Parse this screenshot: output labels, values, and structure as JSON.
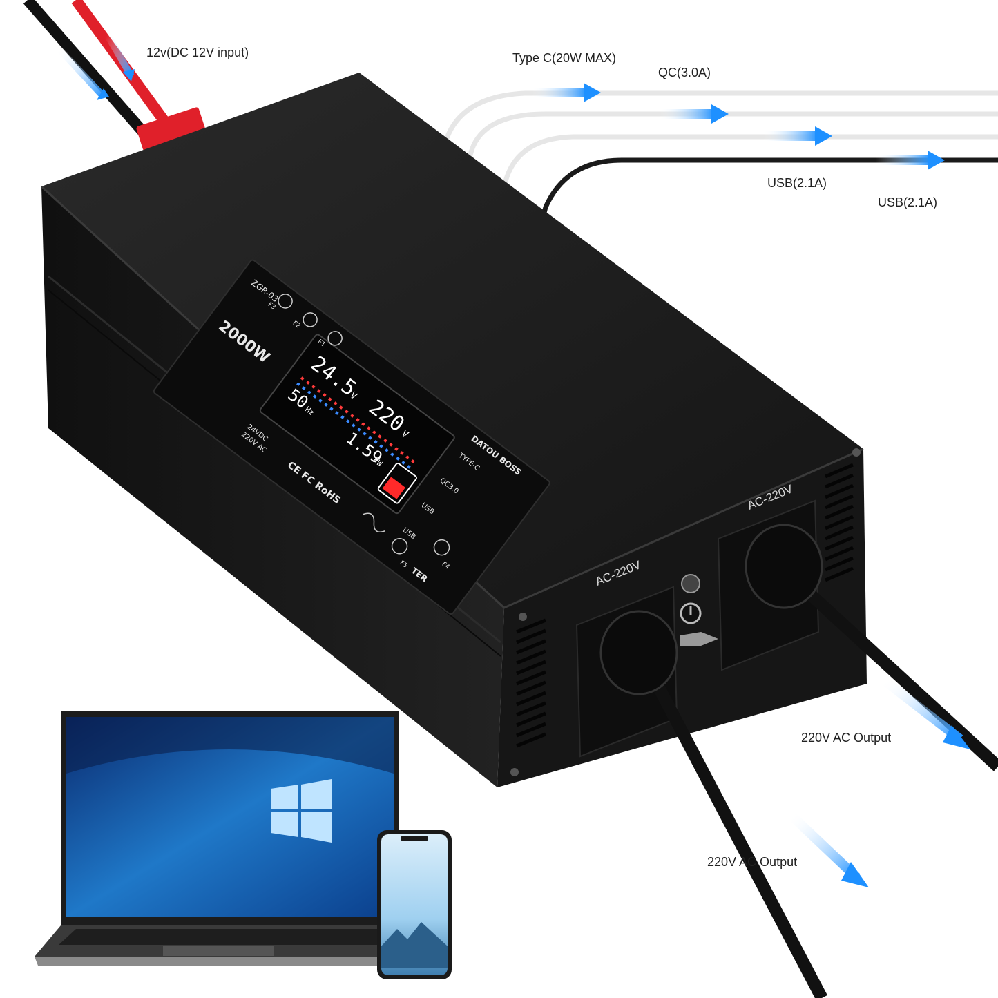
{
  "labels": {
    "dc_input": "12v(DC 12V input)",
    "type_c": "Type C(20W MAX)",
    "qc": "QC(3.0A)",
    "usb_1": "USB(2.1A)",
    "usb_2": "USB(2.1A)",
    "ac_output_1": "220V AC Output",
    "ac_output_2": "220V AC Output"
  },
  "panel": {
    "brand": "DATOU BOSS",
    "model": "ZGR-03",
    "power": "2000W",
    "port_typec": "TYPE-C",
    "port_qc": "QC3.0",
    "port_usb_a": "USB",
    "port_usb_b": "USB",
    "inverter_suffix": "TER",
    "spec_dc": "24VDC",
    "spec_ac": "220V AC",
    "certs": "CE FC RoHS",
    "f1": "F1",
    "f2": "F2",
    "f3": "F3",
    "f4": "F4",
    "f5": "F5",
    "lcd_input_v": "24.5",
    "lcd_input_unit": "V",
    "lcd_output_v": "220",
    "lcd_output_unit": "V",
    "lcd_freq": "50",
    "lcd_freq_unit": "Hz",
    "lcd_power": "1.59",
    "lcd_power_unit": "KW"
  },
  "socket_labels": {
    "left": "AC-220V",
    "right": "AC-220V"
  },
  "colors": {
    "arrow_blue": "#1e90ff",
    "inverter_body": "#1a1a1a",
    "dc_connector_red": "#e0202a"
  }
}
